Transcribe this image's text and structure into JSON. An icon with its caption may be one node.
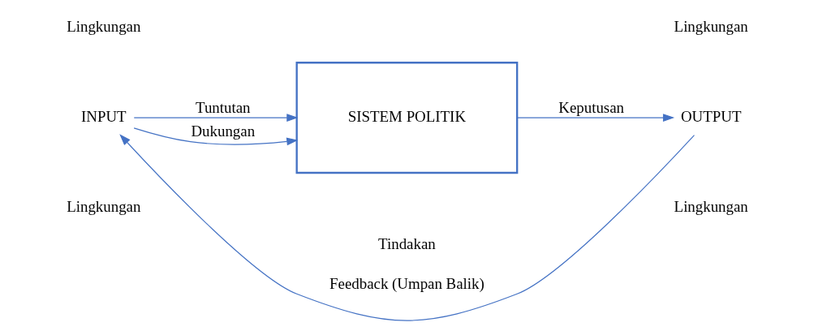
{
  "diagram": {
    "nodes": [
      {
        "text": [
          "INPUT"
        ]
      },
      {
        "text": [
          "SISTEM POLITIK"
        ]
      },
      {
        "text": [
          "OUTPUT"
        ]
      }
    ],
    "edges": [
      {
        "from": 0,
        "to": 1,
        "arrow": "to",
        "label": "Tuntutan"
      },
      {
        "from": 0,
        "to": 1,
        "arrow": "to",
        "label": "Dukungan"
      },
      {
        "from": 1,
        "to": 2,
        "arrow": "to",
        "label": "Keputusan"
      },
      {
        "from": 2,
        "to": 0,
        "arrow": "to",
        "label": "Feedback (Umpan Balik)"
      }
    ],
    "labels": [
      "Lingkungan",
      "Lingkungan",
      "Tindakan",
      "Lingkungan",
      "Lingkungan"
    ]
  }
}
